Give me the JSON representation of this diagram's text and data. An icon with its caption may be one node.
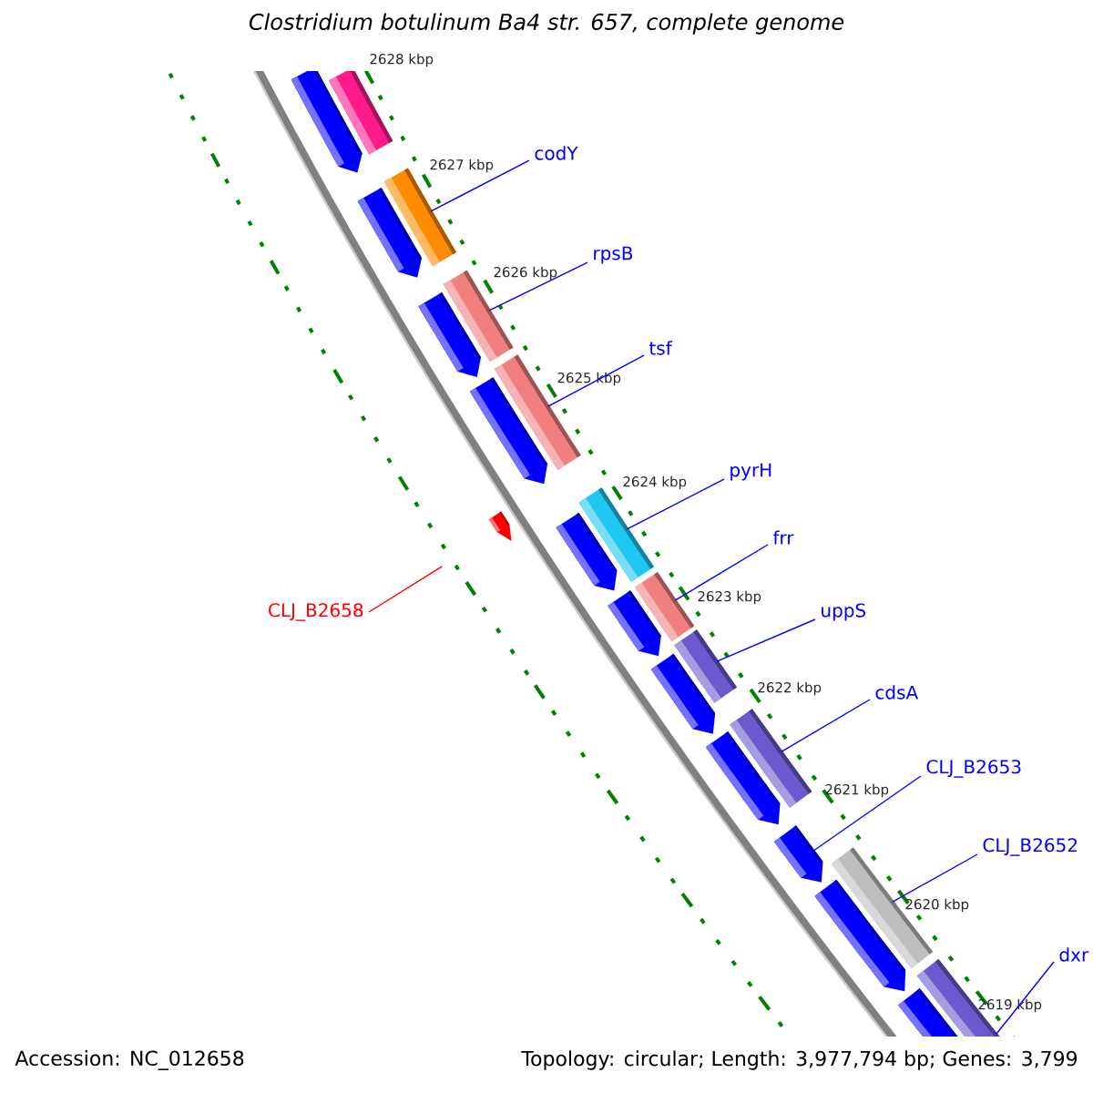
{
  "diagram": {
    "title": "Clostridium botulinum Ba4 str. 657, complete genome",
    "nodes": [
      {
        "text": [
          "codY"
        ]
      },
      {
        "text": [
          "rpsB"
        ]
      },
      {
        "text": [
          "tsf"
        ]
      },
      {
        "text": [
          "pyrH"
        ]
      },
      {
        "text": [
          "frr"
        ]
      },
      {
        "text": [
          "uppS"
        ]
      },
      {
        "text": [
          "cdsA"
        ]
      },
      {
        "text": [
          "CLJ_B2653"
        ]
      },
      {
        "text": [
          "CLJ_B2652"
        ]
      },
      {
        "text": [
          "dxr"
        ]
      },
      {
        "text": [
          "CLJ_B2658"
        ]
      },
      {
        "text": [],
        "shape": "pentagon"
      },
      {
        "text": [],
        "shape": "box"
      },
      {
        "text": [],
        "shape": "box"
      },
      {
        "text": [],
        "shape": "pentagon"
      },
      {
        "text": [],
        "shape": "box"
      },
      {
        "text": [],
        "shape": "pentagon"
      },
      {
        "text": [],
        "shape": "box"
      },
      {
        "text": [],
        "shape": "pentagon"
      },
      {
        "text": [],
        "shape": "box"
      },
      {
        "text": [],
        "shape": "pentagon"
      },
      {
        "text": [],
        "shape": "pentagon"
      },
      {
        "text": [],
        "shape": "box"
      },
      {
        "text": [],
        "shape": "pentagon"
      },
      {
        "text": [],
        "shape": "box"
      },
      {
        "text": [],
        "shape": "pentagon"
      },
      {
        "text": [],
        "shape": "box"
      },
      {
        "text": [],
        "shape": "pentagon"
      },
      {
        "text": [],
        "shape": "pentagon"
      },
      {
        "text": [],
        "shape": "box"
      },
      {
        "text": [],
        "shape": "pentagon"
      },
      {
        "text": [],
        "shape": "box"
      },
      {
        "text": [],
        "shape": "pentagon"
      }
    ],
    "edges": [
      {
        "from": 0,
        "to": 13,
        "arrow": "none"
      },
      {
        "from": 1,
        "to": 15,
        "arrow": "none"
      },
      {
        "from": 2,
        "to": 17,
        "arrow": "none"
      },
      {
        "from": 3,
        "to": 19,
        "arrow": "none"
      },
      {
        "from": 4,
        "to": 22,
        "arrow": "none"
      },
      {
        "from": 5,
        "to": 24,
        "arrow": "none"
      },
      {
        "from": 6,
        "to": 26,
        "arrow": "none"
      },
      {
        "from": 7,
        "to": 28,
        "arrow": "none"
      },
      {
        "from": 8,
        "to": 29,
        "arrow": "none"
      },
      {
        "from": 9,
        "to": 31,
        "arrow": "none"
      },
      {
        "from": 10,
        "to": 20,
        "arrow": "none",
        "color": "#ff0000"
      }
    ],
    "labels": [
      "2628 kbp",
      "2627 kbp",
      "2626 kbp",
      "2625 kbp",
      "2624 kbp",
      "2623 kbp",
      "2622 kbp",
      "2621 kbp",
      "2620 kbp",
      "2619 kbp",
      "Accession: NC_012658",
      "Topology: circular; Length: 3,977,794 bp; Genes: 3,799"
    ]
  }
}
